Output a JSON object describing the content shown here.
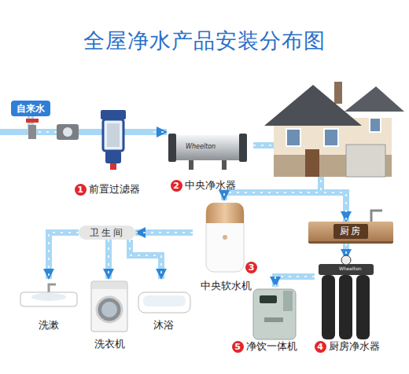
{
  "diagram": {
    "title": "全屋净水产品安装分布图",
    "nodes": [
      {
        "text": [
          "自来水"
        ]
      },
      {
        "text": [
          "前置过滤器"
        ]
      },
      {
        "text": [
          "中央净水器"
        ]
      },
      {
        "text": [
          "卫生间"
        ]
      },
      {
        "text": [
          "中央软水机"
        ]
      },
      {
        "text": [
          "厨房"
        ]
      },
      {
        "text": [
          "洗漱"
        ]
      },
      {
        "text": [
          "洗衣机"
        ]
      },
      {
        "text": [
          "沐浴"
        ]
      },
      {
        "text": [
          "净饮一体机"
        ]
      },
      {
        "text": [
          "厨房净水器"
        ]
      }
    ],
    "edges": [
      {
        "from": 0,
        "to": 1,
        "arrow": "to"
      },
      {
        "from": 1,
        "to": 2,
        "arrow": "to"
      },
      {
        "from": 2,
        "to": 4,
        "arrow": "to"
      },
      {
        "from": 2,
        "to": 5,
        "arrow": "to"
      },
      {
        "from": 4,
        "to": 3,
        "arrow": "to"
      },
      {
        "from": 3,
        "to": 6,
        "arrow": "to"
      },
      {
        "from": 3,
        "to": 7,
        "arrow": "to"
      },
      {
        "from": 3,
        "to": 8,
        "arrow": "to"
      },
      {
        "from": 5,
        "to": 10,
        "arrow": "to"
      },
      {
        "from": 10,
        "to": 9,
        "arrow": "to"
      }
    ],
    "labels": [
      "1",
      "2",
      "3",
      "4",
      "5",
      "Wheelton",
      "Wheelton"
    ]
  }
}
